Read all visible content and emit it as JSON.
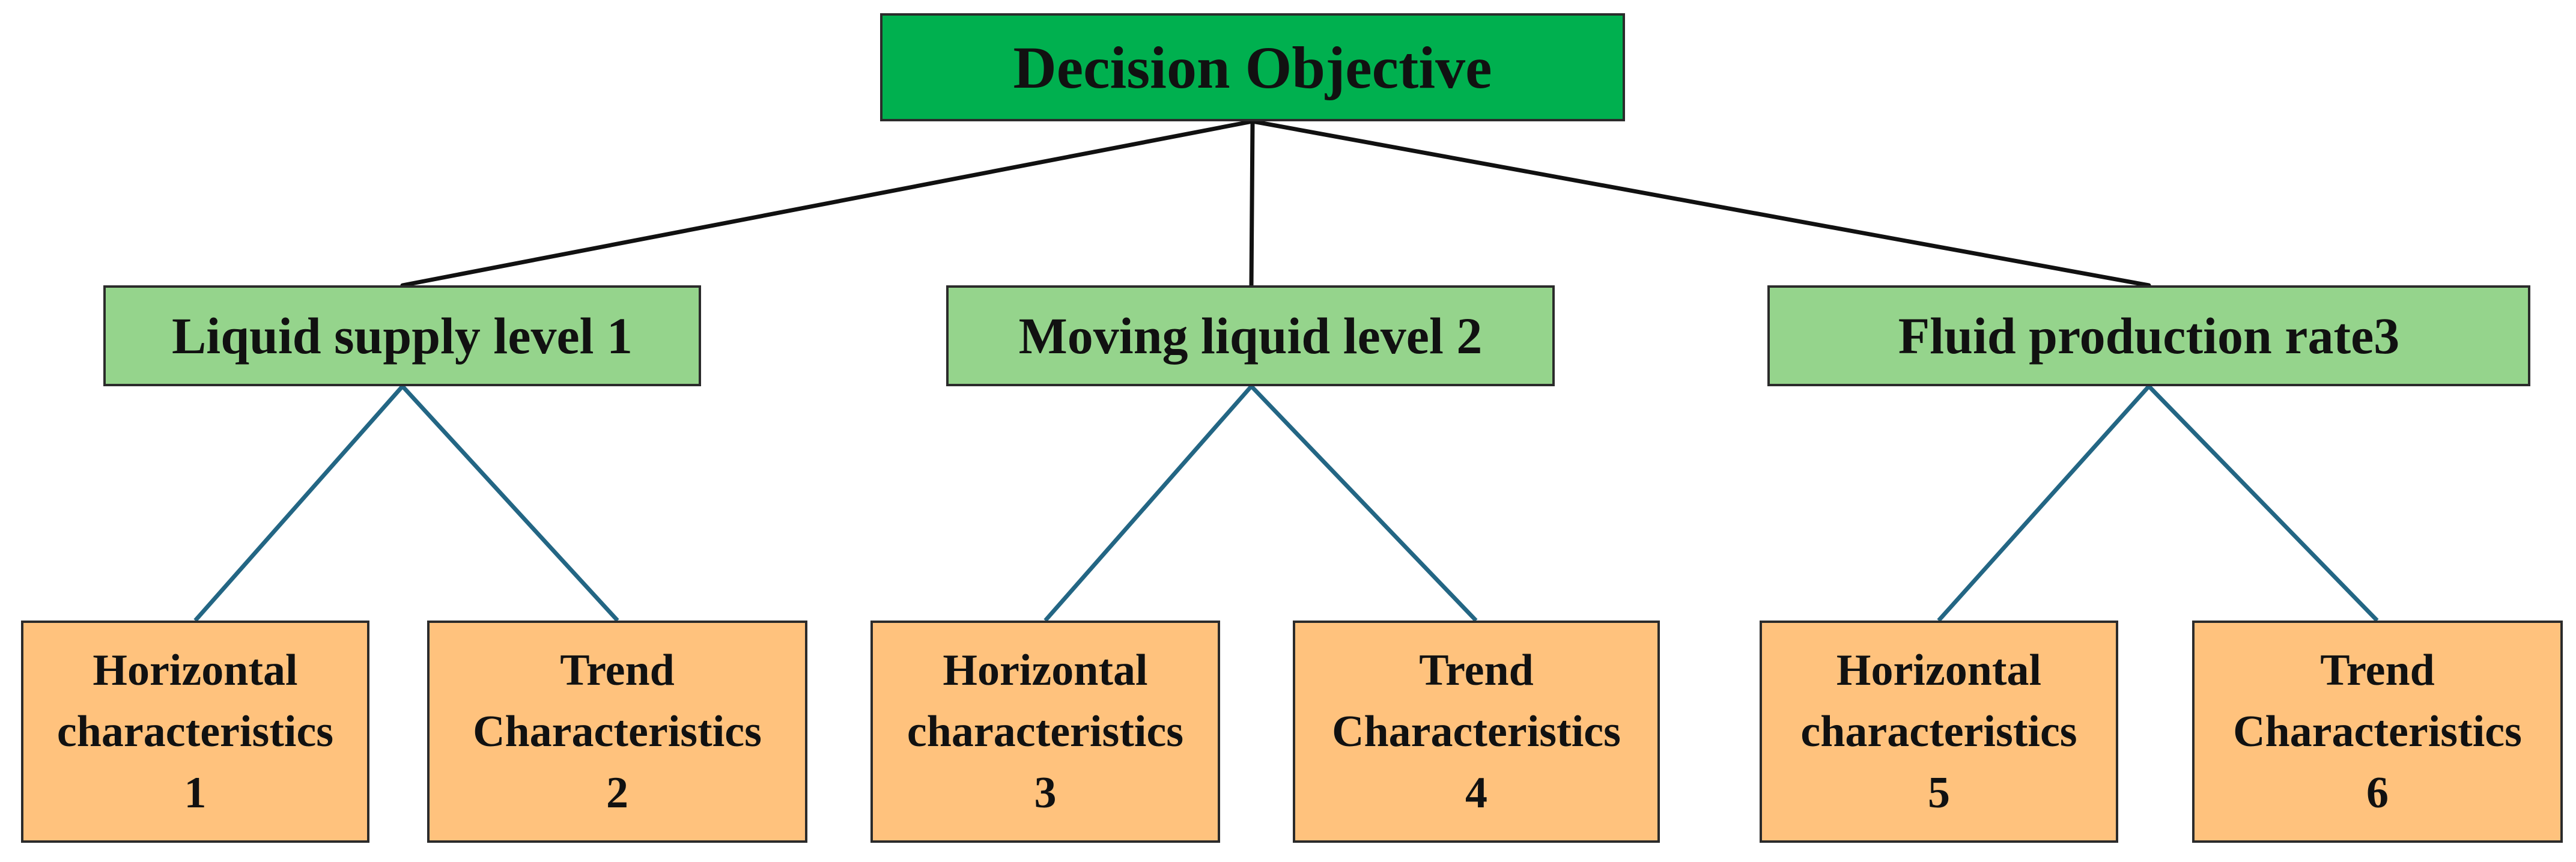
{
  "colors": {
    "root_fill": "#00b04f",
    "level1_fill": "#95d48c",
    "leaf_fill": "#ffc27d",
    "border": "#2b2b2b",
    "root_connector": "#111111",
    "leaf_connector": "#236684"
  },
  "root": {
    "label": "Decision Objective"
  },
  "level1": [
    {
      "label": "Liquid supply level 1"
    },
    {
      "label": "Moving liquid level 2"
    },
    {
      "label": "Fluid production rate3"
    }
  ],
  "leaves": [
    {
      "line1": "Horizontal",
      "line2": "characteristics",
      "number": "1"
    },
    {
      "line1": "Trend",
      "line2": "Characteristics",
      "number": "2"
    },
    {
      "line1": "Horizontal",
      "line2": "characteristics",
      "number": "3"
    },
    {
      "line1": "Trend",
      "line2": "Characteristics",
      "number": "4"
    },
    {
      "line1": "Horizontal",
      "line2": "characteristics",
      "number": "5"
    },
    {
      "line1": "Trend",
      "line2": "Characteristics",
      "number": "6"
    }
  ]
}
